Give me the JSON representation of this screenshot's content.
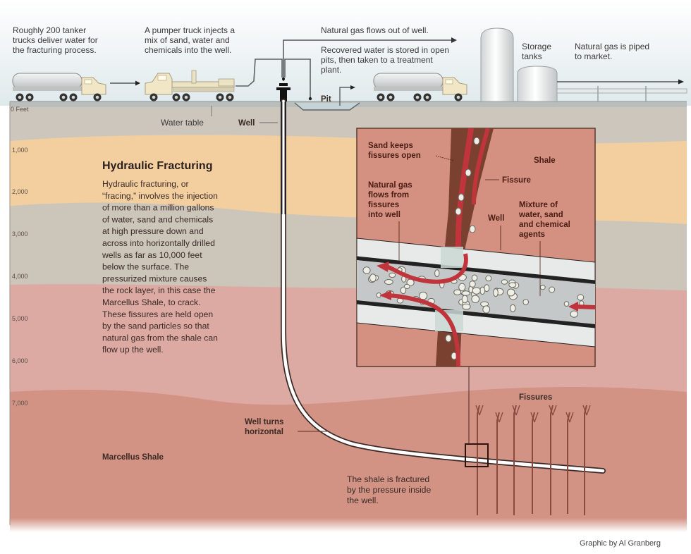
{
  "surface": {
    "tanker_caption": [
      "Roughly 200 tanker",
      "trucks deliver water for",
      "the fracturing process."
    ],
    "pumper_caption": [
      "A pumper truck injects a",
      "mix of sand, water and",
      "chemicals into the well."
    ],
    "gas_flow_caption": "Natural gas flows out of well.",
    "recovered_water_caption": [
      "Recovered water is stored in open",
      "pits, then taken to a treatment",
      "plant."
    ],
    "pit_label": "Pit",
    "storage_label": [
      "Storage",
      "tanks"
    ],
    "pipeline_caption": [
      "Natural gas is piped",
      "to market."
    ],
    "water_table_label": "Water table",
    "well_label": "Well"
  },
  "depth_scale": {
    "labels": [
      "0 Feet",
      "1,000",
      "2,000",
      "3,000",
      "4,000",
      "5,000",
      "6,000",
      "7,000"
    ]
  },
  "explainer": {
    "title": "Hydraulic Fracturing",
    "lines": [
      "Hydraulic fracturing, or",
      "“fracing,” involves the injection",
      "of more than a million gallons",
      "of water, sand and chemicals",
      "at high pressure down and",
      "across into horizontally drilled",
      "wells as far as 10,000 feet",
      "below the surface. The",
      "pressurized mixture causes",
      "the rock layer, in this case the",
      "Marcellus Shale, to crack.",
      "These fissures are held open",
      "by the sand particles so that",
      "natural gas from the shale can",
      "flow up the well."
    ]
  },
  "inset": {
    "sand_label": [
      "Sand keeps",
      "fissures open"
    ],
    "shale_label": "Shale",
    "fissure_label": "Fissure",
    "gas_label": [
      "Natural gas",
      "flows from",
      "fissures",
      "into well"
    ],
    "well_label": "Well",
    "mixture_label": [
      "Mixture of",
      "water, sand",
      "and chemical",
      "agents"
    ]
  },
  "underground": {
    "well_turns_label": [
      "Well turns",
      "horizontal"
    ],
    "marcellus_label": "Marcellus Shale",
    "fissures_label": "Fissures",
    "fracture_caption": [
      "The shale is fractured",
      "by the pressure inside",
      "the well."
    ]
  },
  "credit": "Graphic by Al Granberg",
  "colors": {
    "sky": "#e6eef0",
    "ground_gray": "#cdc6bc",
    "sand_layer": "#f3cfa0",
    "gray_layer": "#cbc5ba",
    "pink_layer": "#ddaaa3",
    "shale": "#d29385",
    "inset_shale": "#d49080",
    "gas_red": "#c0343c"
  }
}
